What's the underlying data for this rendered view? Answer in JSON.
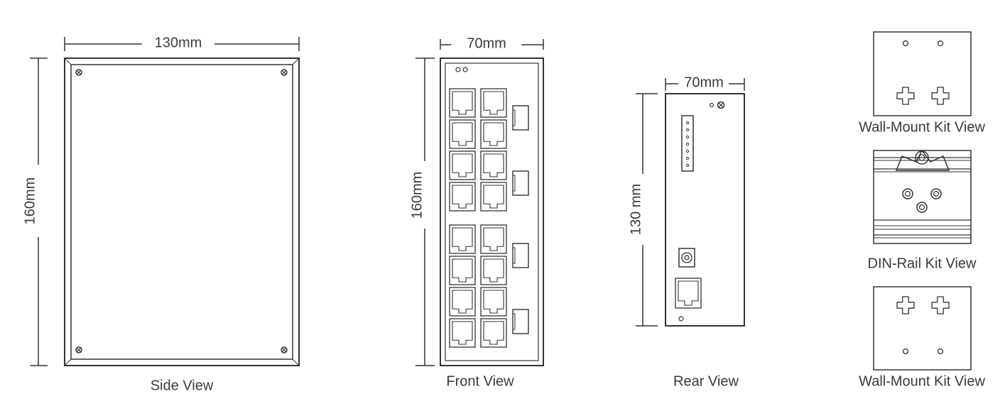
{
  "views": {
    "side": {
      "caption": "Side View",
      "width_label": "130mm",
      "height_label": "160mm"
    },
    "front": {
      "caption": "Front View",
      "width_label": "70mm",
      "height_label": "160mm",
      "rj45_ports": 16,
      "sfp_ports": 4
    },
    "rear": {
      "caption": "Rear View",
      "width_label": "70mm",
      "height_label": "130 mm"
    },
    "wall_mount_top": {
      "caption": "Wall-Mount Kit View"
    },
    "din_rail": {
      "caption": "DIN-Rail Kit View"
    },
    "wall_mount_bottom": {
      "caption": "Wall-Mount Kit View"
    }
  },
  "colors": {
    "line": "#333333",
    "text": "#3a3a3a",
    "background": "#ffffff"
  }
}
